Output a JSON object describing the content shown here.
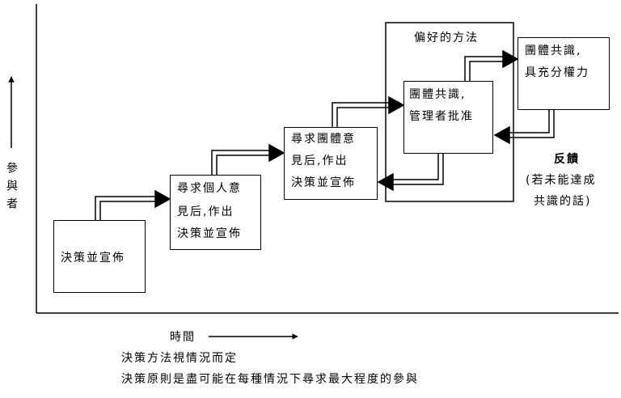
{
  "y_axis_label": "參與者",
  "x_axis_label": "時間",
  "preferred_label": "偏好的方法",
  "steps": [
    {
      "lines": [
        "決策並宣佈"
      ]
    },
    {
      "lines": [
        "尋求個人意",
        "見后,作出",
        "決策並宣佈"
      ]
    },
    {
      "lines": [
        "尋求團體意",
        "見后,作出",
        "決策並宣佈"
      ]
    },
    {
      "lines": [
        "團體共識,",
        "管理者批准"
      ]
    },
    {
      "lines": [
        "團體共識,",
        "具充分權力"
      ]
    }
  ],
  "feedback": {
    "title": "反饋",
    "note_line1": "(若未能達成",
    "note_line2": "共識的話)"
  },
  "footnotes": [
    "決策方法視情況而定",
    "決策原則是盡可能在每種情況下尋求最大程度的參與"
  ]
}
